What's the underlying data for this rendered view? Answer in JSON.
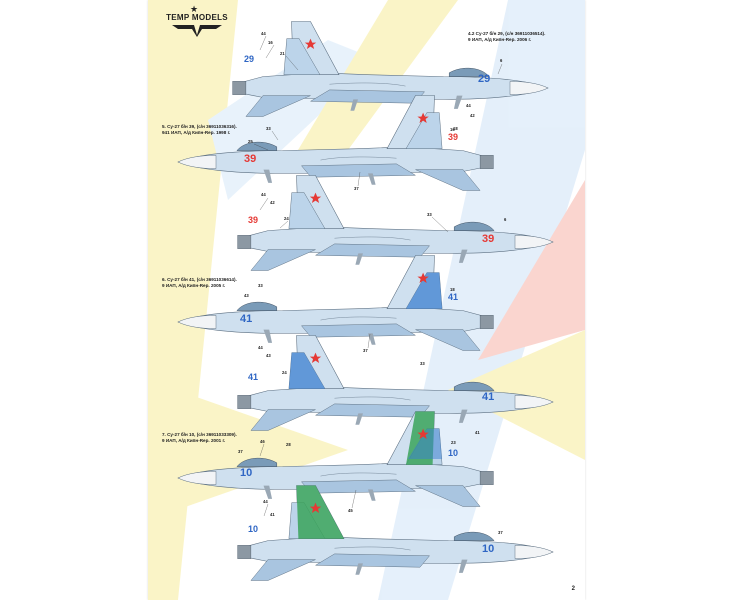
{
  "brand": {
    "name": "TEMP MODELS",
    "star_icon": "star-icon"
  },
  "page_number": "2",
  "colors": {
    "flag_blue": "#3b7fd0",
    "flag_yellow": "#f7e87a",
    "flag_red": "#e8423a",
    "aircraft_light_blue": "#cfe0ef",
    "aircraft_mid_blue": "#a9c5e0",
    "radome": "#f2f4f6",
    "bort_red": "#e53935",
    "bort_blue": "#2f66c4",
    "tail_green": "#3aa35a"
  },
  "profiles": [
    {
      "caption": "4.2 Су-27 б/н 29, (с/н 36911036514).\n9 ИАП, А/д Кипн-Rep. 2006 г.",
      "bort": "29",
      "callouts": [
        "44",
        "16",
        "21",
        "6",
        "44",
        "18"
      ]
    },
    {
      "caption": "5. Су-27 б/н 39, (с/н 36911036316).\n941 ИАП, А/д Кипн-Rep. 1998 г.",
      "bort": "39",
      "callouts": [
        "25",
        "33",
        "42",
        "16",
        "37"
      ]
    },
    {
      "caption": "",
      "bort": "39",
      "callouts": [
        "44",
        "42",
        "24",
        "33",
        "6"
      ]
    },
    {
      "caption": "6. Су-27 б/н 41, (с/н 36911036614).\n9 ИАП, А/д Кипн-Rep. 2005 г.",
      "bort": "41",
      "callouts": [
        "43",
        "18",
        "33",
        "37"
      ]
    },
    {
      "caption": "",
      "bort": "41",
      "callouts": [
        "44",
        "43",
        "24",
        "33"
      ]
    },
    {
      "caption": "7. Су-27 б/н 10, (с/н 36911033309).\n9 ИАП, А/д Кипн-Rep. 2001 г.",
      "bort": "10",
      "callouts": [
        "46",
        "28",
        "37",
        "41",
        "23",
        "45"
      ]
    },
    {
      "caption": "",
      "bort": "10",
      "callouts": [
        "44",
        "41",
        "37"
      ]
    }
  ]
}
